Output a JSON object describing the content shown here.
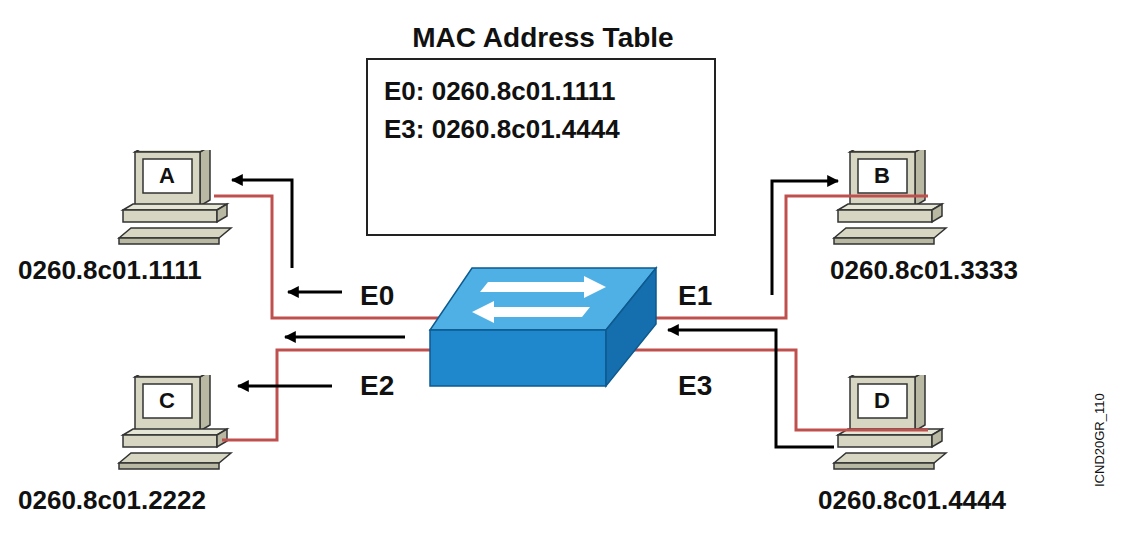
{
  "diagram": {
    "nodes": [
      {
        "text": [
          "MAC Address Table",
          "E0: 0260.8c01.1111",
          "E3: 0260.8c01.4444"
        ]
      },
      {
        "text": [
          "A",
          "0260.8c01.1111"
        ]
      },
      {
        "text": [
          "B",
          "0260.8c01.3333"
        ]
      },
      {
        "text": [
          "C",
          "0260.8c01.2222"
        ]
      },
      {
        "text": [
          "D",
          "0260.8c01.4444"
        ]
      }
    ],
    "labels": [
      "E0",
      "E1",
      "E2",
      "E3",
      "ICND20GR_110"
    ]
  }
}
